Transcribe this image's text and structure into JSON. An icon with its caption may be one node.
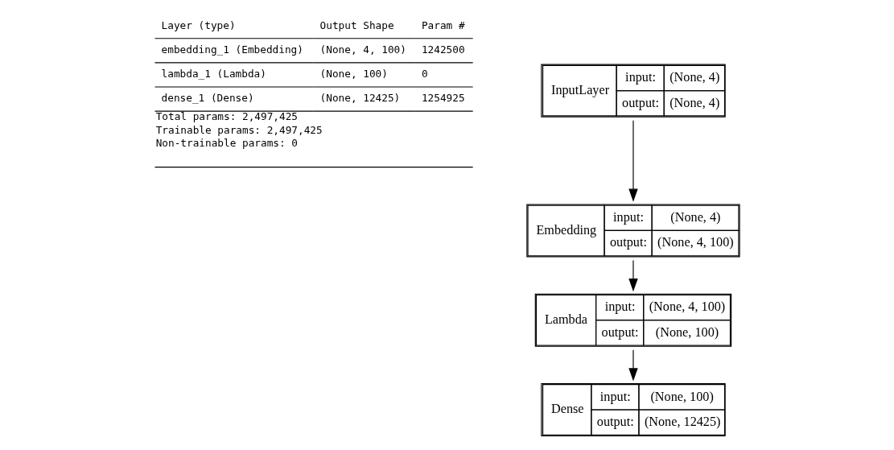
{
  "diagram": {
    "nodes": [
      {
        "text": [
          "InputLayer",
          "input:",
          "(None, 4)",
          "output:",
          "(None, 4)"
        ]
      },
      {
        "text": [
          "Embedding",
          "input:",
          "(None, 4)",
          "output:",
          "(None, 4, 100)"
        ]
      },
      {
        "text": [
          "Lambda",
          "input:",
          "(None, 4, 100)",
          "output:",
          "(None, 100)"
        ]
      },
      {
        "text": [
          "Dense",
          "input:",
          "(None, 100)",
          "output:",
          "(None, 12425)"
        ]
      }
    ],
    "edges": [
      {
        "from": 0,
        "to": 1,
        "arrow": "to"
      },
      {
        "from": 1,
        "to": 2,
        "arrow": "to"
      },
      {
        "from": 2,
        "to": 3,
        "arrow": "to"
      }
    ],
    "labels": [
      "Layer (type)",
      "Output Shape",
      "Param #",
      "embedding_1 (Embedding)",
      "(None, 4, 100)",
      "1242500",
      "lambda_1 (Lambda)",
      "(None, 100)",
      "0",
      "dense_1 (Dense)",
      "(None, 12425)",
      "1254925",
      "Total params: 2,497,425",
      "Trainable params: 2,497,425",
      "Non-trainable params: 0"
    ]
  }
}
